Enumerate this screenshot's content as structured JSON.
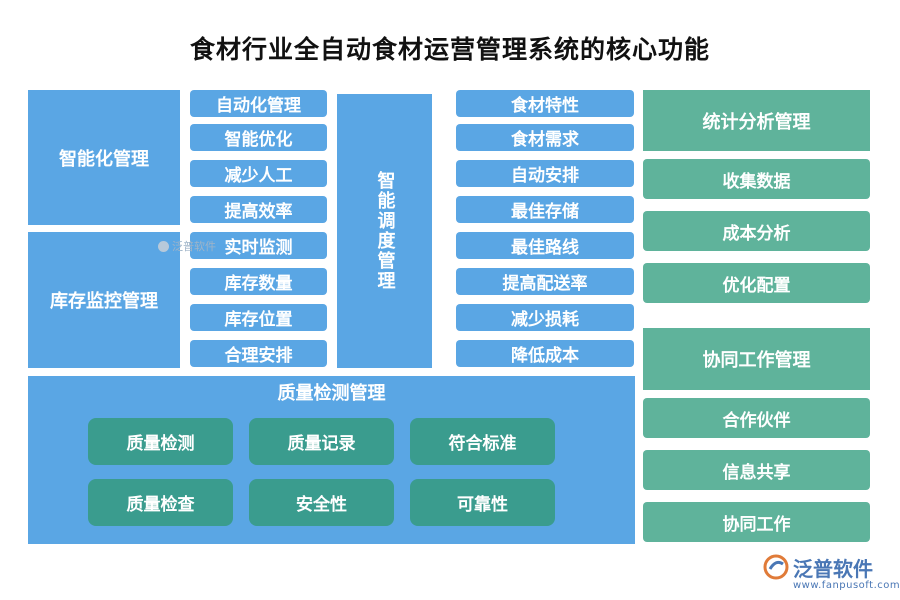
{
  "title": "食材行业全自动食材运营管理系统的核心功能",
  "left_groups": [
    {
      "label": "智能化管理"
    },
    {
      "label": "库存监控管理"
    }
  ],
  "left_items": [
    "自动化管理",
    "智能优化",
    "减少人工",
    "提高效率",
    "实时监测",
    "库存数量",
    "库存位置",
    "合理安排"
  ],
  "center_block": {
    "label": "智能调度管理"
  },
  "center_items": [
    "食材特性",
    "食材需求",
    "自动安排",
    "最佳存储",
    "最佳路线",
    "提高配送率",
    "减少损耗",
    "降低成本"
  ],
  "quality": {
    "title": "质量检测管理",
    "items": [
      "质量检测",
      "质量记录",
      "符合标准",
      "质量检查",
      "安全性",
      "可靠性"
    ]
  },
  "right_sections": [
    {
      "head": "统计分析管理",
      "items": [
        "收集数据",
        "成本分析",
        "优化配置"
      ]
    },
    {
      "head": "协同工作管理",
      "items": [
        "合作伙伴",
        "信息共享",
        "协同工作"
      ]
    }
  ],
  "watermark": "泛普软件",
  "logo": {
    "name": "泛普软件",
    "url": "www.fanpusoft.com"
  },
  "colors": {
    "blue": "#5aa6e4",
    "teal": "#5fb39b",
    "dark_teal": "#3a9c8e"
  }
}
